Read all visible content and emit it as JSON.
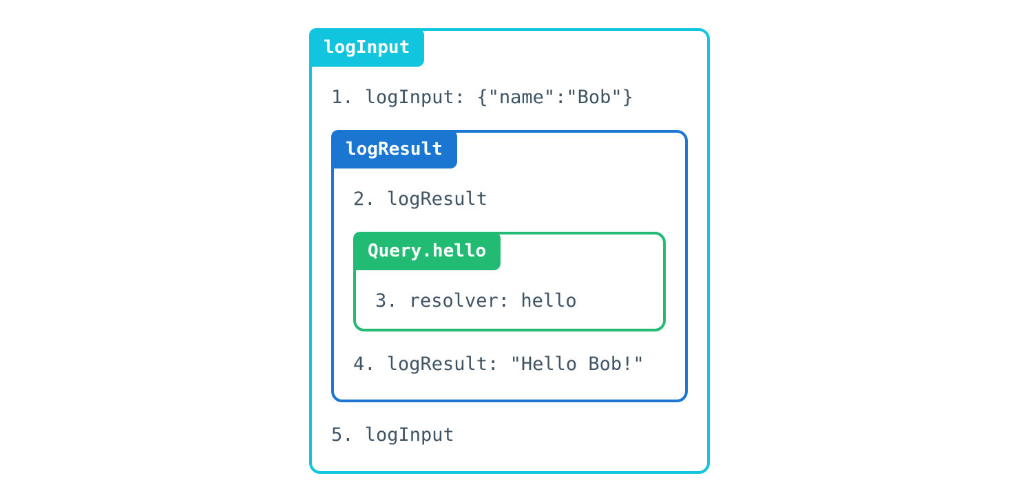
{
  "diagram": {
    "background_color": "#ffffff",
    "text_color": "#3E5363",
    "boxes": {
      "logInput": {
        "label": "logInput",
        "color": "#11C5DE",
        "steps": {
          "step1": "1. logInput: {\"name\":\"Bob\"}",
          "step5": "5. logInput"
        }
      },
      "logResult": {
        "label": "logResult",
        "color": "#1B76D2",
        "steps": {
          "step2": "2. logResult",
          "step4": "4. logResult: \"Hello Bob!\""
        }
      },
      "queryHello": {
        "label": "Query.hello",
        "color": "#22BB73",
        "steps": {
          "step3": "3. resolver: hello"
        }
      }
    }
  }
}
